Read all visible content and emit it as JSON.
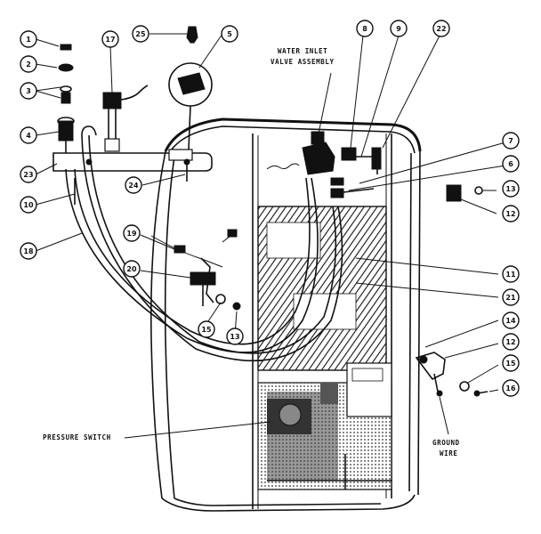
{
  "diagram": {
    "labels": {
      "water_inlet_line1": "WATER INLET",
      "water_inlet_line2": "VALVE ASSEMBLY",
      "pressure_switch": "PRESSURE SWITCH",
      "ground_wire_line1": "GROUND",
      "ground_wire_line2": "WIRE"
    },
    "callouts": {
      "c1": "1",
      "c2": "2",
      "c3": "3",
      "c4": "4",
      "c23": "23",
      "c10": "10",
      "c18": "18",
      "c17": "17",
      "c25": "25",
      "c5": "5",
      "c24": "24",
      "c19": "19",
      "c20": "20",
      "c15a": "15",
      "c13a": "13",
      "c8": "8",
      "c9": "9",
      "c22": "22",
      "c7": "7",
      "c6": "6",
      "c13b": "13",
      "c12a": "12",
      "c11": "11",
      "c21": "21",
      "c14": "14",
      "c12b": "12",
      "c15b": "15",
      "c16": "16"
    }
  }
}
